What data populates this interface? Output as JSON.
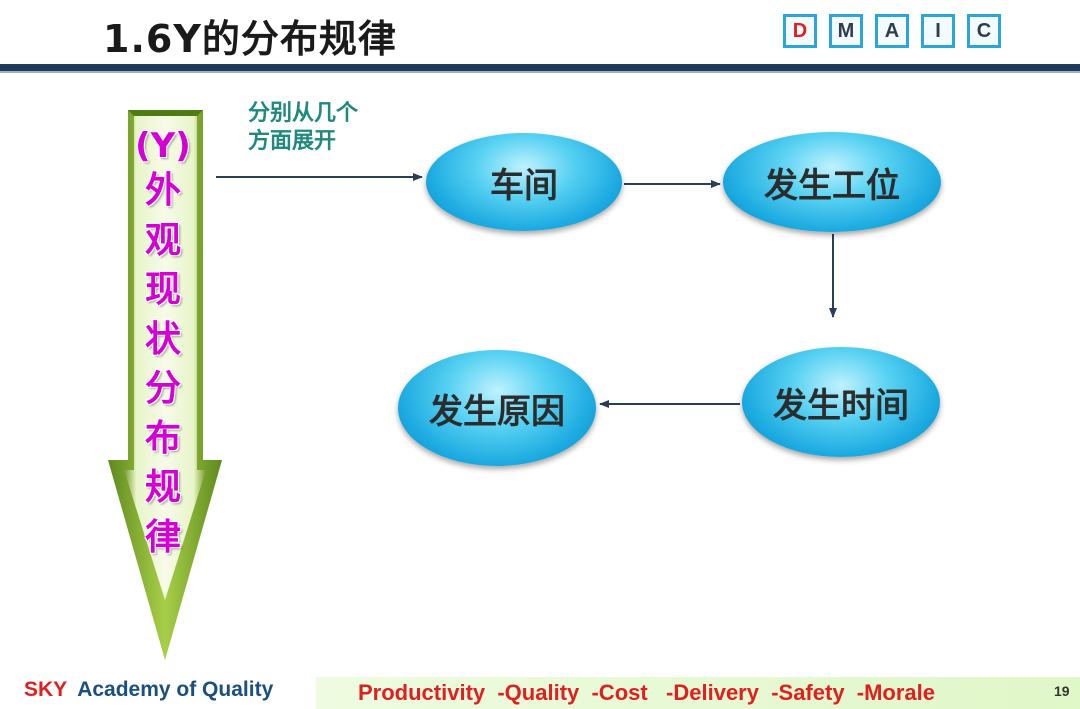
{
  "header": {
    "title": "1.6Y的分布规律",
    "dmaic": [
      {
        "letter": "D",
        "active": true
      },
      {
        "letter": "M",
        "active": false
      },
      {
        "letter": "A",
        "active": false
      },
      {
        "letter": "I",
        "active": false
      },
      {
        "letter": "C",
        "active": false
      }
    ]
  },
  "arrow": {
    "label_top": "(Y)",
    "label_chars": [
      "外",
      "观",
      "现",
      "状",
      "分",
      "布",
      "规",
      "律"
    ]
  },
  "note": {
    "line1": "分别从几个",
    "line2": "方面展开"
  },
  "nodes": {
    "workshop": "车间",
    "station": "发生工位",
    "time": "发生时间",
    "cause": "发生原因"
  },
  "footer": {
    "sky": "SKY",
    "academy": "Academy  of Quality",
    "values": "Productivity  -Quality  -Cost   -Delivery  -Safety  -Morale",
    "page": "19"
  },
  "colors": {
    "accent": "#2aa6d9",
    "header_rule": "#1f3b5c",
    "vertical_text": "#d400d4",
    "note_text": "#1f8a7c",
    "footer_red": "#e02020"
  }
}
